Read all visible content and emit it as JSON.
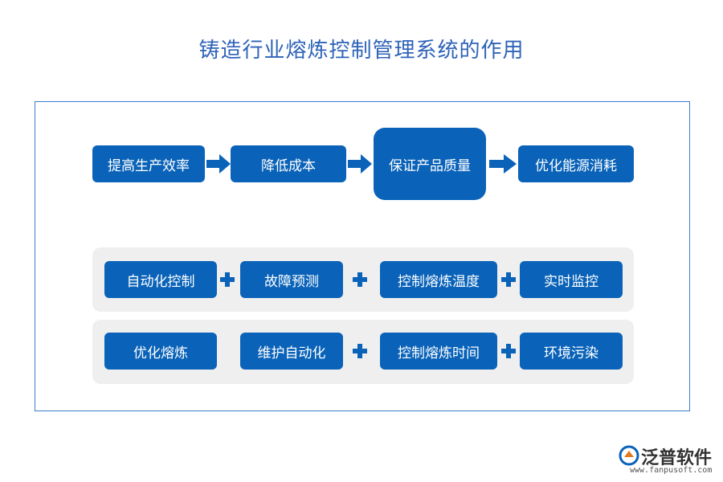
{
  "title": "铸造行业熔炼控制管理系统的作用",
  "top_row": [
    "提高生产效率",
    "降低成本",
    "保证产品质量",
    "优化能源消耗"
  ],
  "row1": [
    "自动化控制",
    "故障预测",
    "控制熔炼温度",
    "实时监控"
  ],
  "row2": [
    "优化熔炼",
    "维护自动化",
    "控制熔炼时间",
    "环境污染"
  ],
  "logo": {
    "name": "泛普软件",
    "url": "www.fanpusoft.com"
  },
  "colors": {
    "box": "#0a63b9",
    "title": "#2e63b8",
    "frame": "#3d7cc9",
    "panel": "#efefef"
  }
}
